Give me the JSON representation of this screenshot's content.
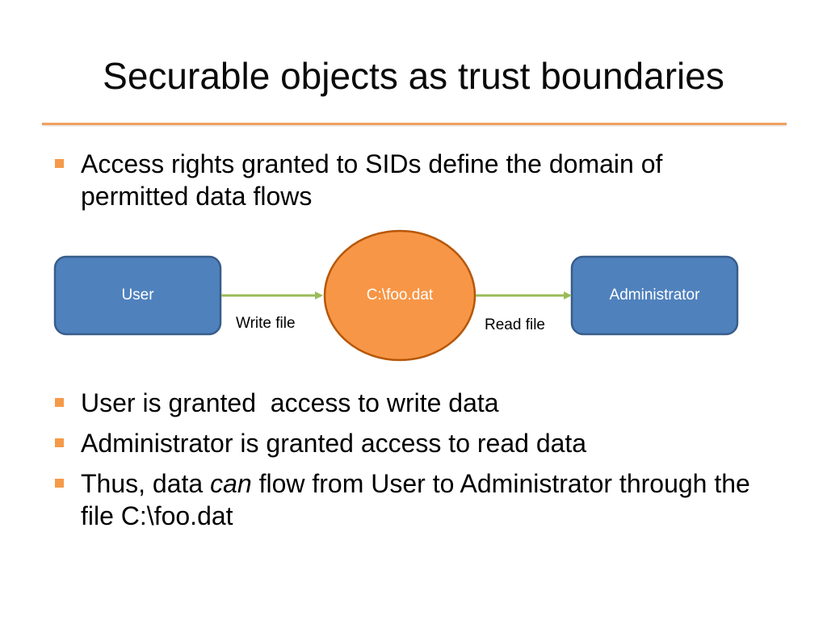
{
  "slide": {
    "title": "Securable objects as trust boundaries",
    "bullets_top": [
      {
        "text": "Access rights granted to SIDs define the domain of permitted data flows"
      }
    ],
    "diagram": {
      "nodes": {
        "user": "User",
        "file": "C:\\foo.dat",
        "admin": "Administrator"
      },
      "edges": {
        "write": "Write file",
        "read": "Read file"
      },
      "colors": {
        "box_fill": "#4f81bd",
        "box_stroke": "#385d8a",
        "circle_fill": "#f79646",
        "circle_stroke": "#b65708",
        "arrow": "#9bbb59"
      }
    },
    "bullets_bottom": [
      {
        "text": "User is granted  access to write data"
      },
      {
        "text": "Administrator is granted access to read data"
      },
      {
        "pre": "Thus, data ",
        "em": "can",
        "post": " flow from User to Administrator through the file C:\\foo.dat"
      }
    ],
    "colors": {
      "accent": "#f59a4a",
      "rule": "#f0a060"
    }
  }
}
